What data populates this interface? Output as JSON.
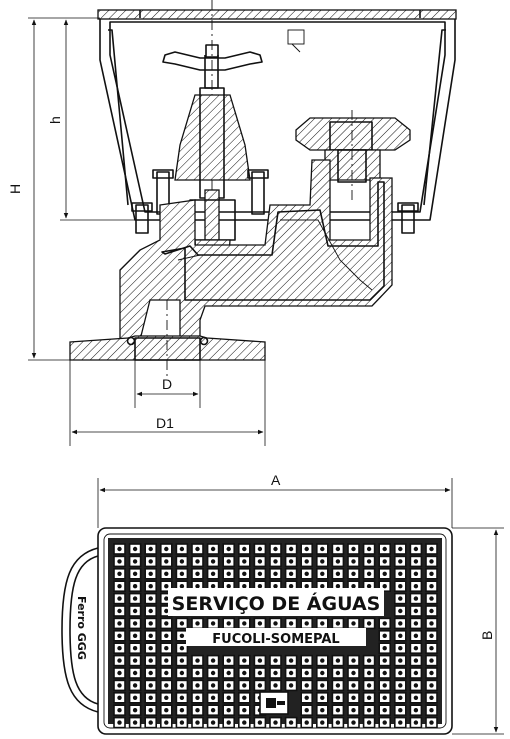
{
  "dimensions": {
    "height_total": "H",
    "height_body": "h",
    "inner_diameter": "D",
    "flange_diameter": "D1",
    "cover_length": "A",
    "cover_width": "B"
  },
  "cover": {
    "line1": "SERVIÇO DE ÁGUAS",
    "line2": "FUCOLI-SOMEPAL",
    "hinge_mark": "Ferro GGG"
  },
  "icons": {
    "lock": "keyhole-icon"
  }
}
